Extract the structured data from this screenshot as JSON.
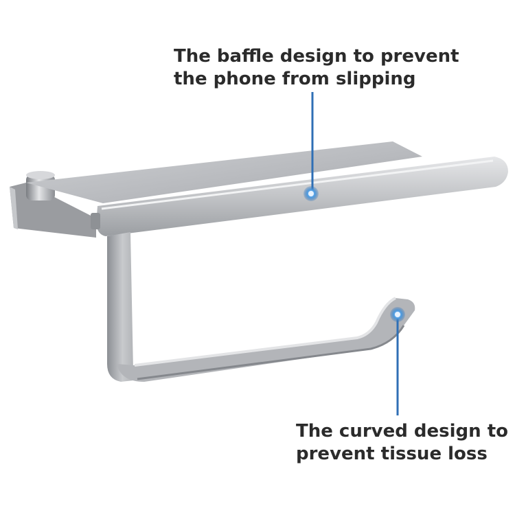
{
  "callouts": {
    "baffle": {
      "line1": "The baffle design to prevent",
      "line2": "the phone from slipping"
    },
    "curve": {
      "line1": "The curved design to",
      "line2": "prevent tissue loss"
    }
  },
  "colors": {
    "text": "#2b2b2b",
    "leader_line": "#2f6fb5",
    "metal_light": "#d9dadd",
    "metal_mid": "#a9abaf",
    "metal_dark": "#7c7f84"
  },
  "icons": {
    "baffle_marker": "blue-dot-icon",
    "curve_marker": "blue-dot-icon"
  }
}
